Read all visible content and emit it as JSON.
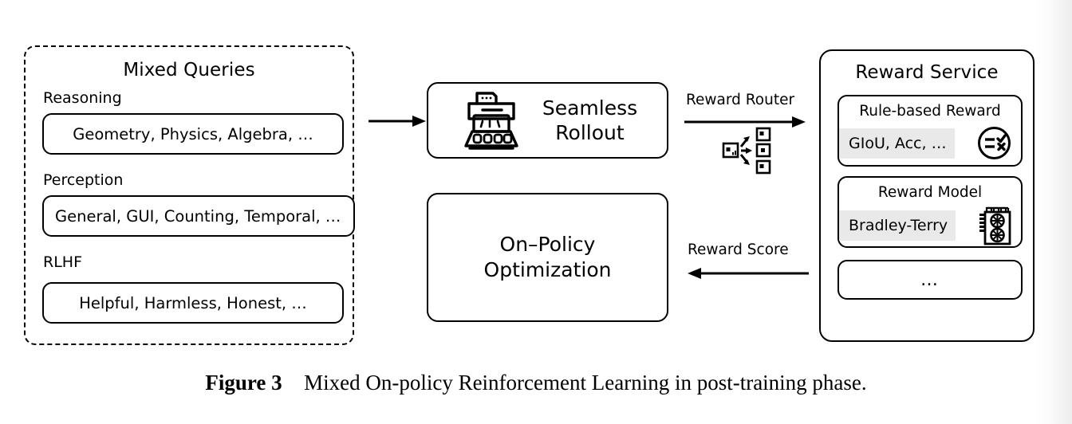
{
  "figure": {
    "caption_label": "Figure 3",
    "caption_text": "Mixed On-policy Reinforcement Learning in post-training phase."
  },
  "queries_panel": {
    "title": "Mixed Queries",
    "groups": [
      {
        "label": "Reasoning",
        "chip": "Geometry, Physics, Algebra, …"
      },
      {
        "label": "Perception",
        "chip": "General, GUI, Counting, Temporal, …"
      },
      {
        "label": "RLHF",
        "chip": "Helpful, Harmless, Honest, …"
      }
    ]
  },
  "pipeline": {
    "rollout": {
      "line1": "Seamless",
      "line2": "Rollout",
      "icon": "typewriter-icon"
    },
    "optimization": {
      "line1": "On–Policy",
      "line2": "Optimization"
    }
  },
  "arrows": {
    "queries_to_rollout": {
      "label": "",
      "icon": "arrow-right-icon"
    },
    "reward_router": {
      "label": "Reward Router",
      "icon": "router-fanout-icon"
    },
    "reward_score": {
      "label": "Reward Score",
      "icon": "arrow-left-icon"
    }
  },
  "reward_service": {
    "title": "Reward Service",
    "sections": [
      {
        "title": "Rule-based Reward",
        "value": "GIoU, Acc, …",
        "icon": "checklist-circle-icon"
      },
      {
        "title": "Reward Model",
        "value": "Bradley-Terry",
        "icon": "gpu-card-icon"
      }
    ],
    "more": "…"
  },
  "colors": {
    "stroke": "#000000",
    "background": "#ffffff",
    "value_tag_bg": "#e9e9e9"
  }
}
